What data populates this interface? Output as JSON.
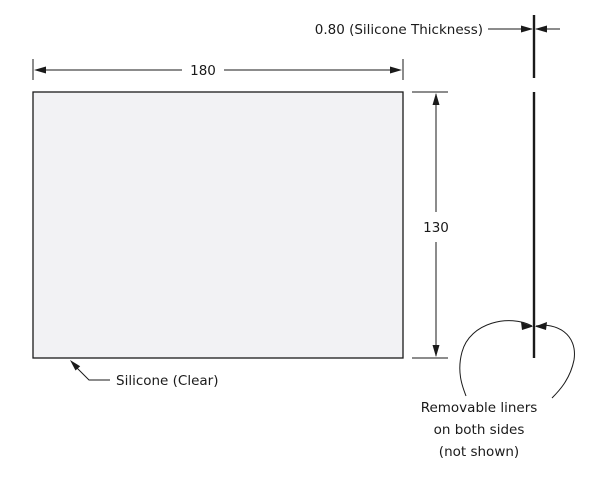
{
  "dimensions": {
    "width": "180",
    "height": "130",
    "thickness": "0.80 (Silicone Thickness)"
  },
  "labels": {
    "material": "Silicone (Clear)",
    "liners_line1": "Removable liners",
    "liners_line2": "on both sides",
    "liners_line3": "(not shown)"
  },
  "colors": {
    "sheet_fill": "#f2f2f4",
    "line": "#1a1a1a"
  }
}
